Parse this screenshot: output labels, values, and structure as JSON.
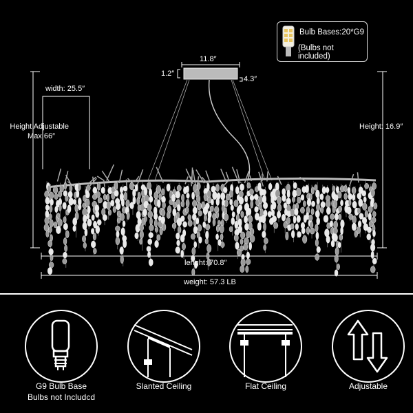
{
  "bulb_info": {
    "line1": "Bulb Bases:20*G9",
    "line2": "(Bulbs not included)"
  },
  "dimensions": {
    "canopy_length": "11.8″",
    "canopy_height": "1.2″",
    "canopy_width": "4.3″",
    "width": "width: 25.5″",
    "height_adjustable_line1": "Height Adjustable",
    "height_adjustable_line2": "Max 66″",
    "height": "Height: 16.9″",
    "length": "lenght: 70.8″",
    "weight": "weight: 57.3 LB"
  },
  "features": [
    {
      "label": "G9 Bulb Base",
      "label2": "Bulbs not Includcd",
      "icon": "g9-bulb-icon"
    },
    {
      "label": "Slanted Ceiling",
      "icon": "slanted-ceiling-icon"
    },
    {
      "label": "Flat Ceiling",
      "icon": "flat-ceiling-icon"
    },
    {
      "label": "Adjustable",
      "icon": "up-down-arrows-icon"
    }
  ]
}
